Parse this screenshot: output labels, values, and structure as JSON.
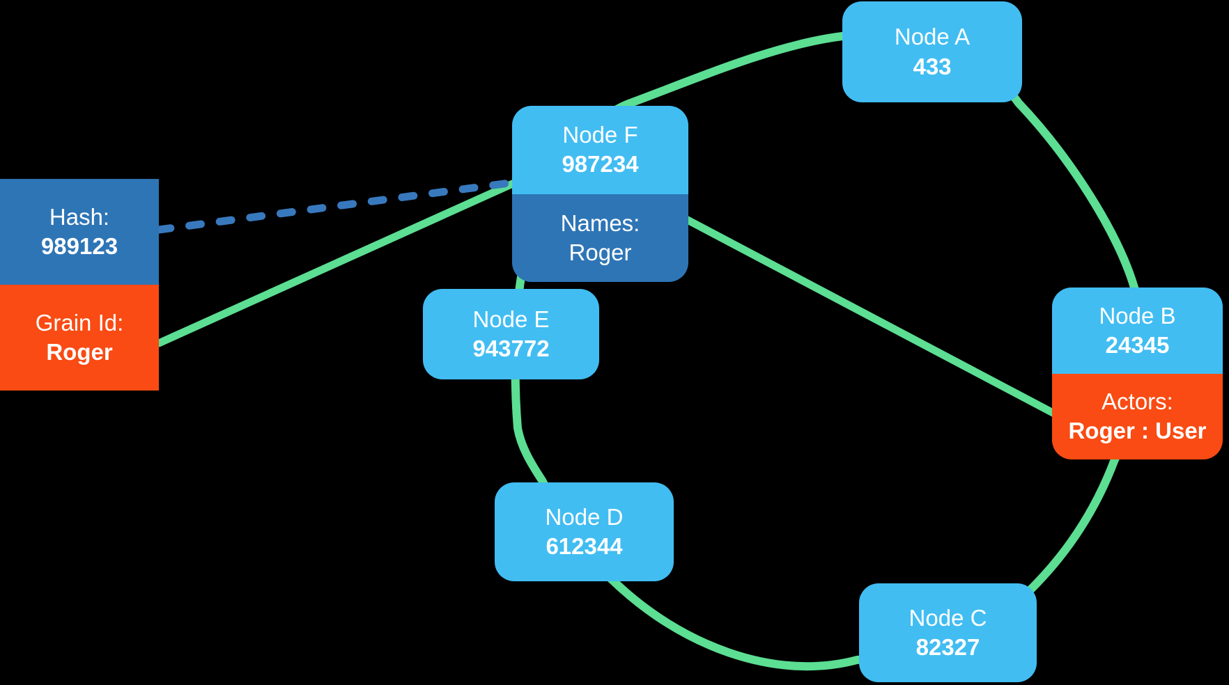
{
  "diagram": {
    "title_hint": "consistent-hash ring grain placement",
    "colors": {
      "node_blue": "#41BDF2",
      "section_dark_blue": "#2E75B6",
      "section_orange": "#F94B13",
      "ring_green": "#5CDE93",
      "dashed_blue": "#3879BE",
      "text": "#ffffff",
      "background": "#000000"
    },
    "grain_card": {
      "hash_label": "Hash:",
      "hash_value": "989123",
      "grain_label": "Grain Id:",
      "grain_value": "Roger"
    },
    "nodes": [
      {
        "name": "Node A",
        "value": "433"
      },
      {
        "name": "Node B",
        "value": "24345",
        "extra_label": "Actors:",
        "extra_value": "Roger : User"
      },
      {
        "name": "Node C",
        "value": "82327"
      },
      {
        "name": "Node D",
        "value": "612344"
      },
      {
        "name": "Node E",
        "value": "943772"
      },
      {
        "name": "Node F",
        "value": "987234",
        "extra_label": "Names:",
        "extra_value": "Roger"
      }
    ]
  }
}
